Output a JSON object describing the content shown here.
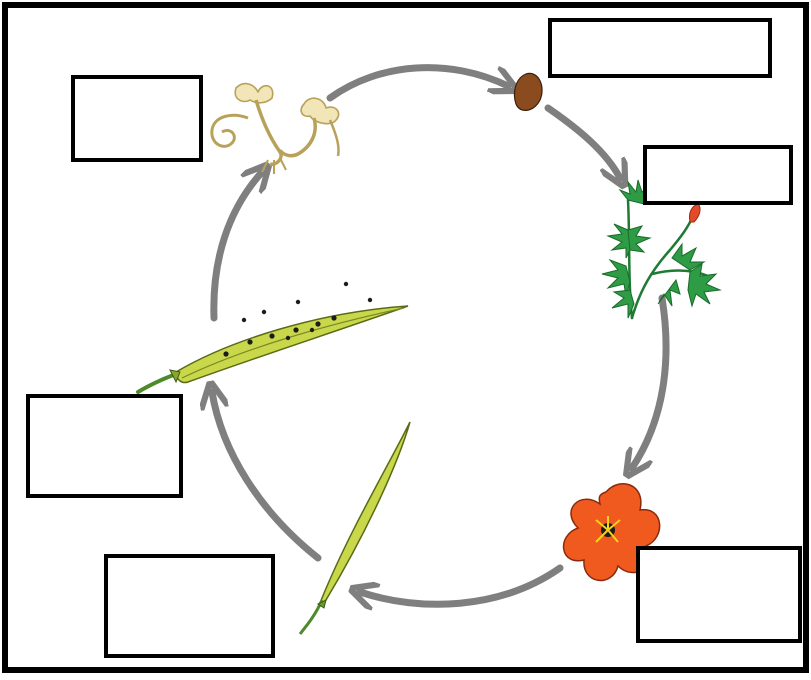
{
  "diagram": {
    "stages": [
      {
        "id": "seed",
        "label": "",
        "icon": "seed-icon"
      },
      {
        "id": "young-plant",
        "label": "",
        "icon": "young-plant-icon"
      },
      {
        "id": "flower",
        "label": "",
        "icon": "poppy-flower-icon"
      },
      {
        "id": "green-pod",
        "label": "",
        "icon": "green-pod-icon"
      },
      {
        "id": "open-pod",
        "label": "",
        "icon": "open-seed-pod-icon"
      },
      {
        "id": "seedling",
        "label": "",
        "icon": "germinating-seedling-icon"
      }
    ],
    "colors": {
      "frame": "#000000",
      "arrow": "#7f7f7f",
      "seed": "#8a4b1f",
      "leaf": "#2e9b45",
      "flower": "#f05a1e",
      "pod": "#c9d84a",
      "sprout": "#f2e6b8"
    }
  }
}
